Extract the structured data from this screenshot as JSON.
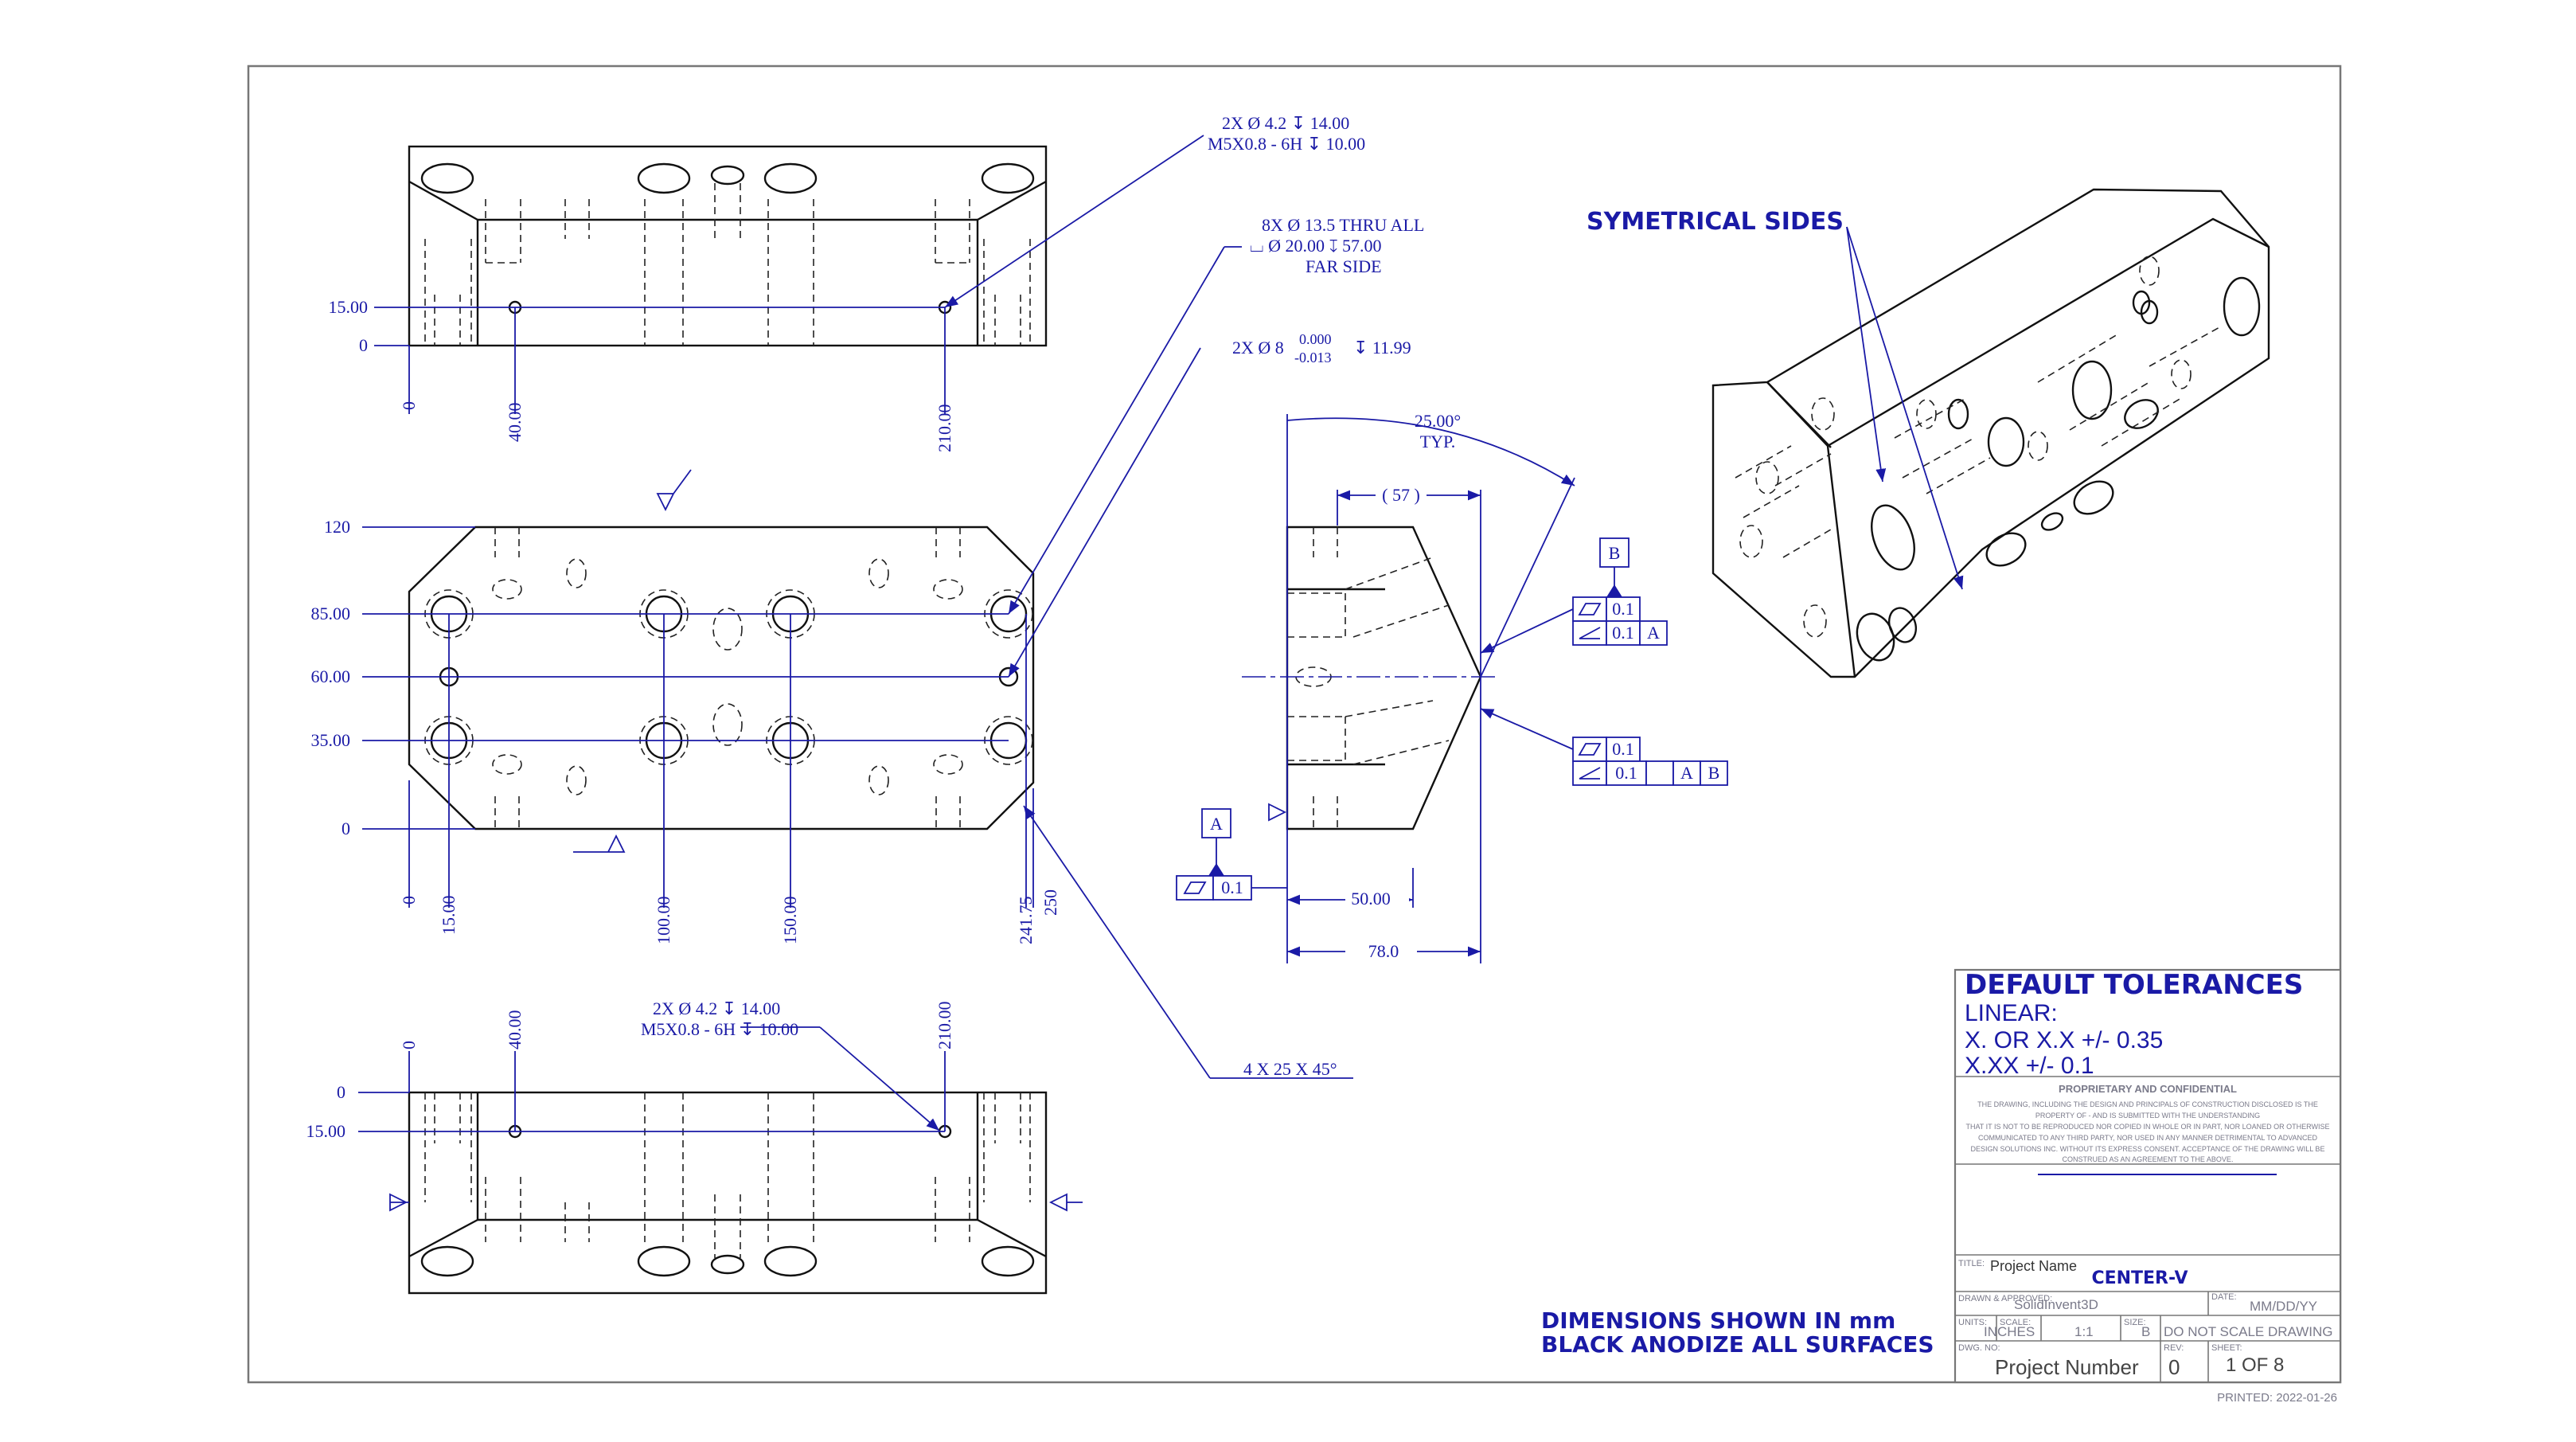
{
  "views": {
    "top": {
      "callout": [
        "2X Ø 4.2 ↧ 14.00",
        "M5X0.8 - 6H ↧ 10.00"
      ],
      "dims_v": [
        "15.00",
        "0"
      ],
      "dims_h": [
        "0",
        "40.00",
        "210.00"
      ]
    },
    "front": {
      "callout_thru": [
        "8X Ø 13.5 THRU ALL",
        "⌴ Ø 20.00 ↧ 57.00",
        "FAR SIDE"
      ],
      "callout_dowel": [
        "2X Ø 8",
        "0.000",
        "-0.013",
        "↧ 11.99"
      ],
      "dims_v": [
        "120",
        "85.00",
        "60.00",
        "35.00",
        "0"
      ],
      "dims_h": [
        "0",
        "15.00",
        "100.00",
        "150.00",
        "241.75",
        "250"
      ],
      "chamfer": "4 X 25 X 45°"
    },
    "bottom": {
      "callout": [
        "2X Ø 4.2 ↧ 14.00",
        "M5X0.8 - 6H ↧ 10.00"
      ],
      "dims_v": [
        "0",
        "15.00"
      ],
      "dims_h": [
        "0",
        "40.00",
        "210.00"
      ]
    },
    "side": {
      "angle": "25.00°",
      "angle_note": "TYP.",
      "ref_dim": "( 57 )",
      "dim_50": "50.00",
      "dim_78": "78.0",
      "datum_a": "A",
      "datum_b": "B",
      "fcf_flat": "0.1",
      "fcf_ang_a": "0.1",
      "fcf_ang_a_ref": "A",
      "fcf_flat2": "0.1",
      "fcf_ang_ab": "0.1",
      "fcf_ref_a": "A",
      "fcf_ref_b": "B",
      "fcf_datum_a_flat": "0.1"
    },
    "iso": {
      "label": "SYMETRICAL SIDES"
    }
  },
  "notes": [
    "DIMENSIONS SHOWN IN mm",
    "BLACK ANODIZE ALL SURFACES"
  ],
  "tolerances": {
    "title": "DEFAULT TOLERANCES",
    "linear": "LINEAR:",
    "line1": "X. OR X.X +/- 0.35",
    "line2": "X.XX +/- 0.1"
  },
  "proprietary": {
    "title": "PROPRIETARY AND CONFIDENTIAL",
    "lines": [
      "THE DRAWING, INCLUDING THE DESIGN AND PRINCIPALS OF CONSTRUCTION DISCLOSED IS THE",
      "PROPERTY OF - AND IS SUBMITTED WITH THE UNDERSTANDING",
      "THAT IT IS NOT TO BE REPRODUCED NOR COPIED IN WHOLE OR IN PART, NOR LOANED OR OTHERWISE",
      "COMMUNICATED TO ANY THIRD PARTY, NOR USED IN ANY MANNER DETRIMENTAL TO ADVANCED",
      "DESIGN SOLUTIONS INC. WITHOUT ITS EXPRESS CONSENT. ACCEPTANCE OF THE DRAWING WILL BE",
      "CONSTRUED AS AN AGREEMENT TO THE ABOVE."
    ]
  },
  "titleblock": {
    "title_label": "TITLE:",
    "project_name": "Project Name",
    "part": "CENTER-V",
    "drawn_label": "DRAWN & APPROVED:",
    "drawn_value": "SolidInvent3D",
    "date_label": "DATE:",
    "date_value": "MM/DD/YY",
    "units_label": "UNITS:",
    "units_value": "INCHES",
    "scale_label": "SCALE:",
    "scale_value": "1:1",
    "size_label": "SIZE:",
    "size_value": "B",
    "no_scale": "DO NOT SCALE DRAWING",
    "dwg_label": "DWG. NO:",
    "dwg_value": "Project Number",
    "rev_label": "REV:",
    "rev_value": "0",
    "sheet_label": "SHEET:",
    "sheet_value": "1 OF 8"
  },
  "printed": "PRINTED: 2022-01-26"
}
